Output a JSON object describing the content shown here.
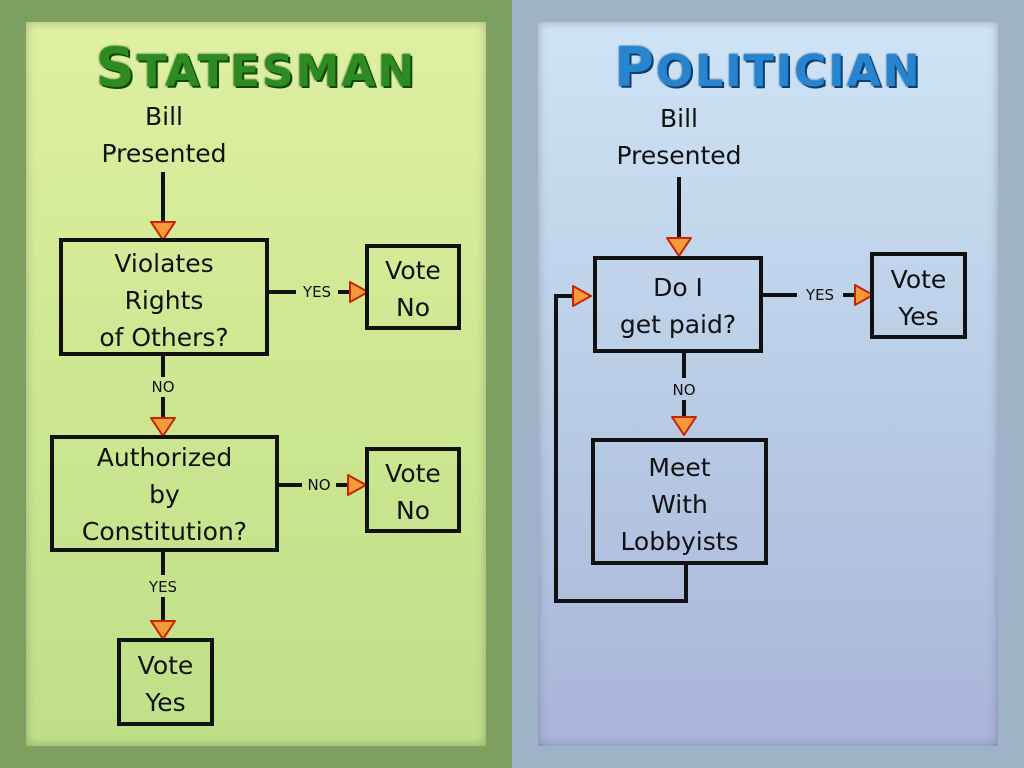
{
  "left": {
    "title": "STATESMAN",
    "start": "Bill\nPresented",
    "q1": "Violates\nRights\nof Others?",
    "q1_yes_label": "YES",
    "q1_yes_result": "Vote\nNo",
    "q1_no_label": "NO",
    "q2": "Authorized\nby\nConstitution?",
    "q2_no_label": "NO",
    "q2_no_result": "Vote\nNo",
    "q2_yes_label": "YES",
    "q2_yes_result": "Vote\nYes"
  },
  "right": {
    "title": "POLITICIAN",
    "start": "Bill\nPresented",
    "q1": "Do I\nget paid?",
    "q1_yes_label": "YES",
    "q1_yes_result": "Vote\nYes",
    "q1_no_label": "NO",
    "action": "Meet\nWith\nLobbyists"
  },
  "colors": {
    "statesman_title": "#2d8b22",
    "politician_title": "#2784d0",
    "arrow_fill": "#f39a3a",
    "arrow_stroke": "#cc2200"
  }
}
